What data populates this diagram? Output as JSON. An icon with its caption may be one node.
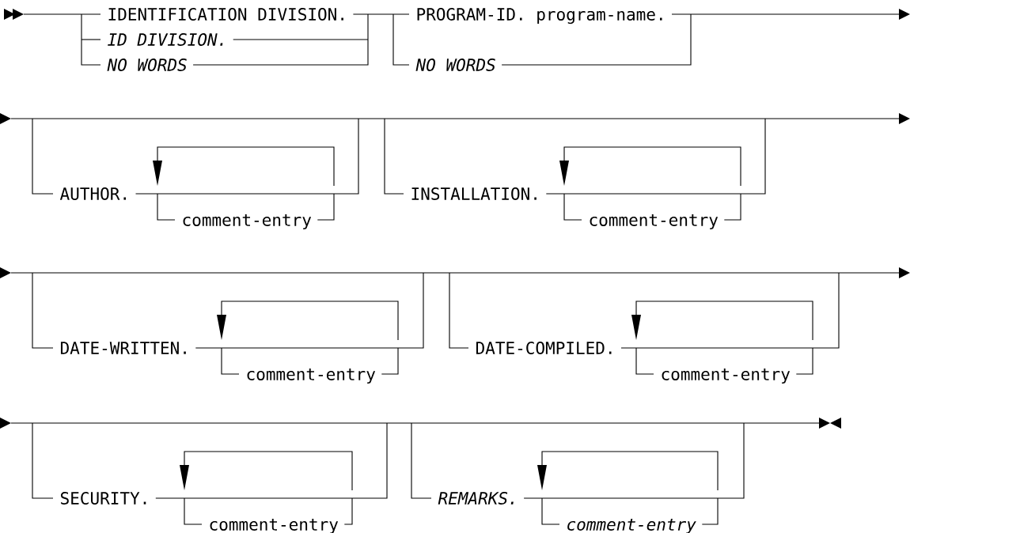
{
  "diagram": {
    "labels": [
      "IDENTIFICATION DIVISION.",
      "PROGRAM-ID. program-name.",
      "ID DIVISION.",
      "NO WORDS",
      "NO WORDS",
      "AUTHOR.",
      "comment-entry",
      "INSTALLATION.",
      "comment-entry",
      "DATE-WRITTEN.",
      "comment-entry",
      "DATE-COMPILED.",
      "comment-entry",
      "SECURITY.",
      "comment-entry",
      "REMARKS.",
      "comment-entry"
    ]
  }
}
